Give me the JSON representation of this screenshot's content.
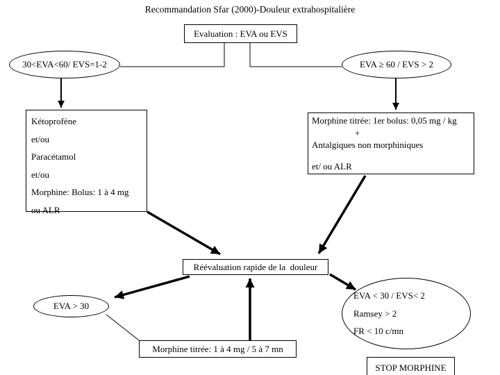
{
  "title": "Recommandation Sfar (2000)-Douleur extrahospitalière",
  "colors": {
    "background": "#ffffff",
    "line": "#000000",
    "text": "#000000"
  },
  "nodes": {
    "evaluation": {
      "label": "Evaluation : EVA ou EVS"
    },
    "moderate_pain": {
      "label": "30<EVA<60/ EVS=1-2"
    },
    "severe_pain": {
      "label": "EVA ≥ 60 / EVS > 2"
    },
    "moderate_treatment": {
      "lines": [
        "Kétoprofène",
        "et/ou",
        "Paracétamol",
        "et/ou",
        "Morphine: Bolus: 1 à 4 mg",
        "ou ALR"
      ]
    },
    "severe_treatment": {
      "lines": [
        "Morphine titrée: 1er bolus: 0,05 mg / kg",
        "+",
        "Antalgiques non morphiniques",
        "et/ ou ALR"
      ]
    },
    "reevaluation": {
      "label": "Réévaluation rapide de la  douleur"
    },
    "eva_over_30": {
      "label": "EVA > 30"
    },
    "stop_criteria": {
      "lines": [
        "EVA < 30 / EVS< 2",
        "Ramsey > 2",
        "FR < 10 c/mn"
      ]
    },
    "morphine_titration": {
      "label": "Morphine titrée: 1 à 4 mg / 5 à 7 mn"
    },
    "stop_morphine": {
      "label": "STOP MORPHINE"
    }
  }
}
